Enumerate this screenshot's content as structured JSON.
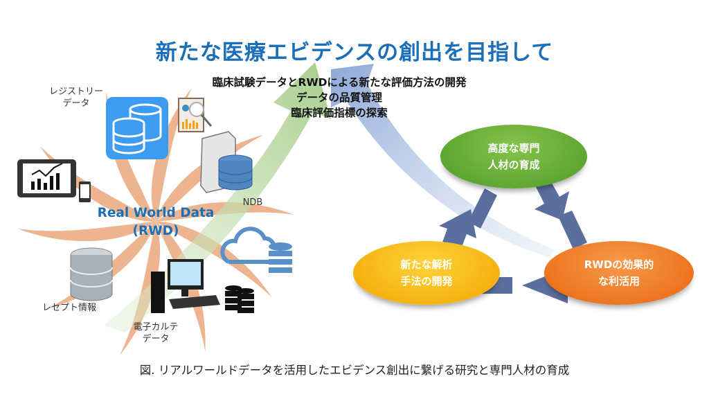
{
  "title": "新たな医療エビデンスの創出を目指して",
  "goals": [
    "臨床試験データとRWDによる新たな評価方法の開発",
    "データの品質管理",
    "臨床評価指標の探索"
  ],
  "rwd_hub": {
    "line1": "Real World Data",
    "line2": "(RWD)"
  },
  "data_sources": {
    "registry": [
      "レジストリー",
      "データ"
    ],
    "ndb": "NDB",
    "receipt": "レセプト情報",
    "emr": [
      "電子カルテ",
      "データ"
    ]
  },
  "cycle": {
    "top": [
      "高度な専門",
      "人材の育成"
    ],
    "left": [
      "新たな解析",
      "手法の開発"
    ],
    "right": [
      "RWDの効果的",
      "な利活用"
    ]
  },
  "colors": {
    "title": "#1a6fb8",
    "swirl": "#e9a77c",
    "green_arrow": "#a9cf8e",
    "blue_arrow": "#9fb4dc",
    "cycle_arrow": "#5b6f9e",
    "top_node": "#5fa832",
    "left_node": "#f7b90f",
    "right_node": "#ee7422"
  },
  "caption": "図. リアルワールドデータを活用したエビデンス創出に繋げる研究と専門人材の育成"
}
